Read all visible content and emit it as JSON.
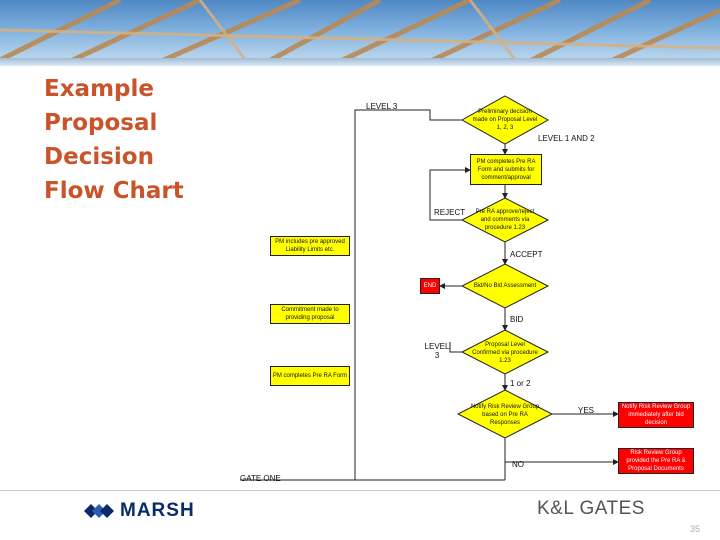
{
  "title_lines": [
    "Example",
    "Proposal",
    "Decision",
    "Flow Chart"
  ],
  "nodes": {
    "prelim": "Preliminary decision made on Proposal Level 1, 2, 3",
    "pm_pre_ra": "PM completes Pre RA Form and submits for comment/approval",
    "pre_ra_approval": "Pre RA approve/reject and comments via procedure 1.23",
    "pm_liability": "PM includes pre approved Liability Limits etc.",
    "bid_no_bid": "Bid/No Bid Assessment",
    "end": "END",
    "commitment": "Commitment made to providing proposal",
    "proposal_level": "Proposal Level Confirmed via procedure 1.23",
    "pm_pre_ra_form": "PM completes Pre RA Form",
    "notify_risk": "Notify Risk Review Group based on Pre RA Responses",
    "notify_immediately": "Notify Risk Review Group immediately after bid decision",
    "risk_review": "Risk Review Group provided the Pre RA & Proposal Documents"
  },
  "labels": {
    "level3_top": "LEVEL 3",
    "level12": "LEVEL 1 AND 2",
    "reject": "REJECT",
    "accept": "ACCEPT",
    "bid": "BID",
    "level3_mid": "LEVEL 3",
    "one_or_two": "1 or 2",
    "yes": "YES",
    "no": "NO",
    "gate_one": "GATE ONE"
  },
  "footer": {
    "marsh": "MARSH",
    "kl_gates": "K&L GATES",
    "page": "35"
  },
  "colors": {
    "title": "#c9532a",
    "node_fill": "#ffff00",
    "alert_fill": "#ff0000",
    "marsh_blue": "#0a2a6b"
  }
}
